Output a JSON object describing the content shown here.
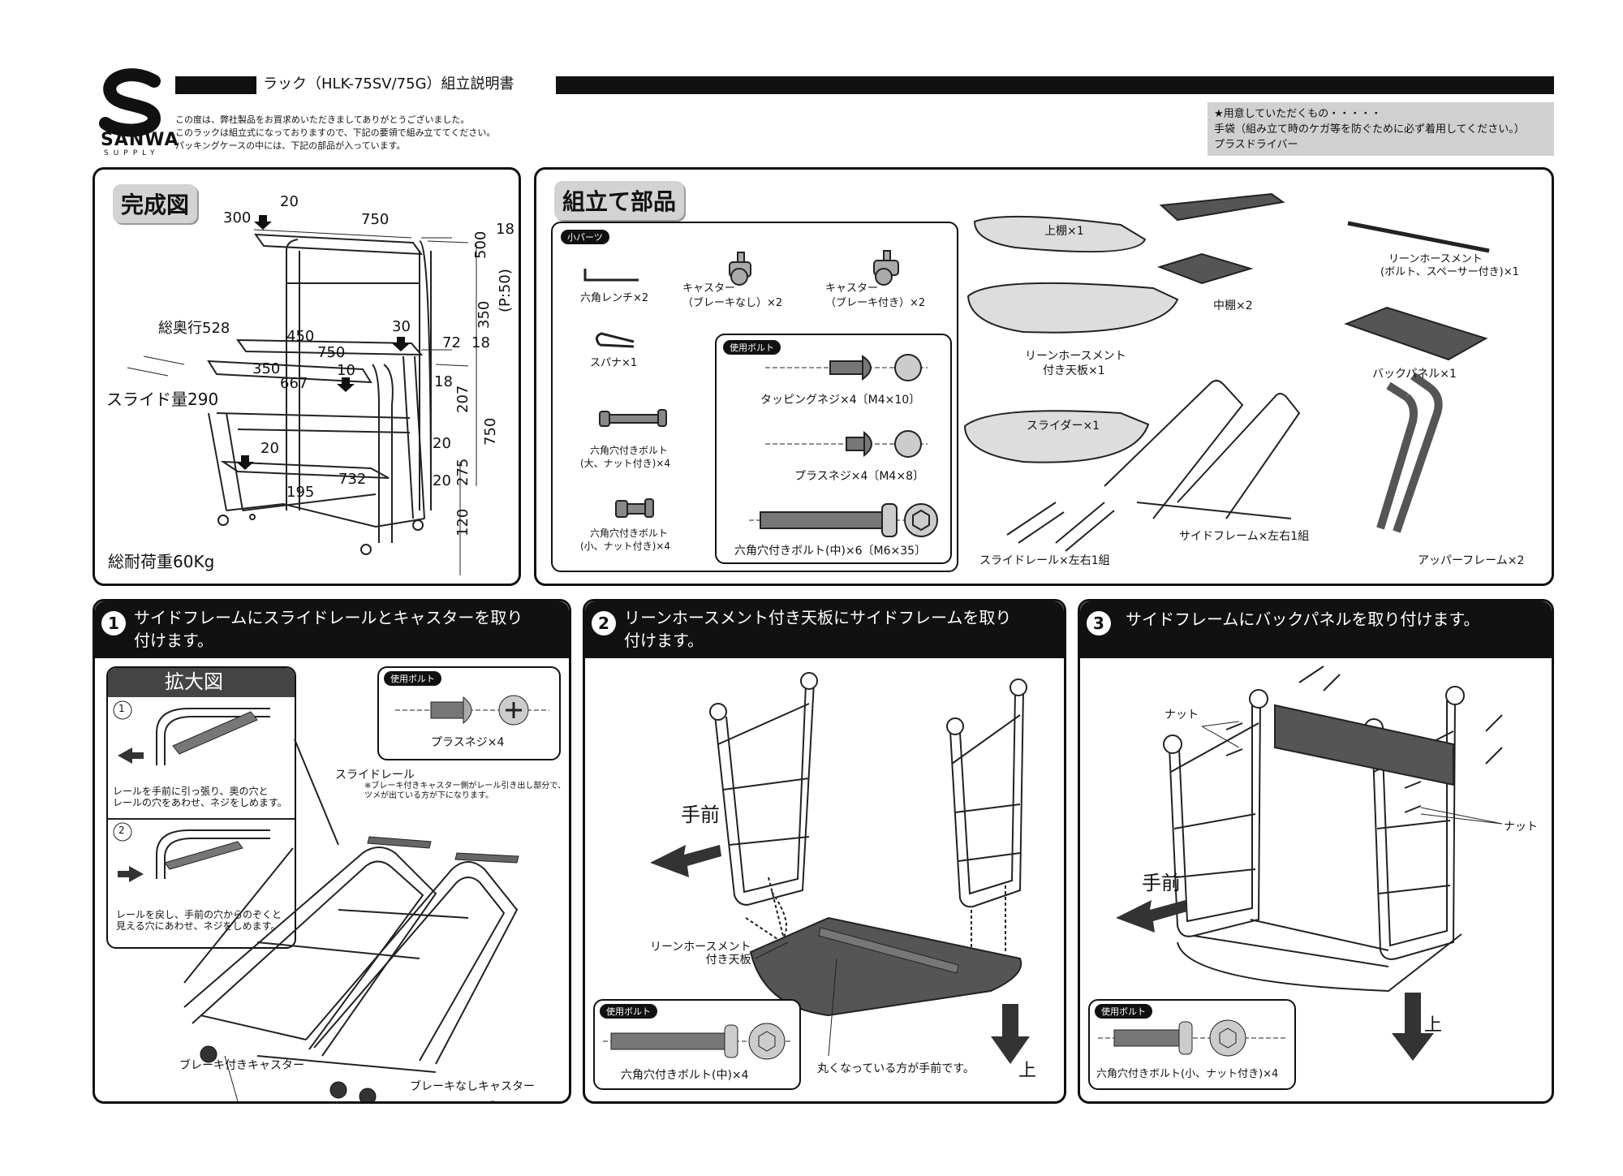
{
  "brand": {
    "logo_text": "SANWA",
    "logo_sub": "SUPPLY"
  },
  "header": {
    "title": "ラック（HLK-75SV/75G）組立説明書",
    "intro_lines": [
      "この度は、弊社製品をお買求めいただきましてありがとうございました。",
      "このラックは組立式になっておりますので、下記の要領で組み立ててください。",
      "パッキングケースの中には、下記の部品が入っています。"
    ]
  },
  "prep_box": {
    "lines": [
      "★用意していただくもの・・・・・",
      "手袋（組み立て時のケガ等を防ぐために必ず着用してください。）",
      "プラスドライバー"
    ]
  },
  "finished_panel": {
    "heading": "完成図",
    "dims": {
      "d20a": "20",
      "d300": "300",
      "d750a": "750",
      "d18a": "18",
      "d500": "500",
      "d50": "(P:50)",
      "d350a": "350",
      "total_depth": "総奥行528",
      "d450": "450",
      "d750b": "750",
      "d30": "30",
      "d72": "72",
      "d18b": "18",
      "d350b": "350",
      "d667": "667",
      "d10": "10",
      "d18c": "18",
      "d207": "207",
      "slide": "スライド量290",
      "d750c": "750",
      "d20b": "20",
      "d20c": "20",
      "d275": "275",
      "d20d": "20",
      "d195": "195",
      "d732": "732",
      "d120": "120"
    },
    "load": "総耐荷重60Kg"
  },
  "parts_panel": {
    "heading": "組立て部品",
    "small_parts_tag": "小パーツ",
    "hex_wrench": "六角レンチ×2",
    "caster_nobrake_1": "キャスター",
    "caster_nobrake_2": "（ブレーキなし）×2",
    "caster_brake_1": "キャスター",
    "caster_brake_2": "（ブレーキ付き）×2",
    "spanner": "スパナ×1",
    "bolt_large_1": "六角穴付きボルト",
    "bolt_large_2": "(大、ナット付き)×4",
    "bolt_small_1": "六角穴付きボルト",
    "bolt_small_2": "(小、ナット付き)×4",
    "used_bolts_tag": "使用ボルト",
    "tapping_screw": "タッピングネジ×4〔M4×10〕",
    "plus_screw": "プラスネジ×4〔M4×8〕",
    "bolt_medium": "六角穴付きボルト(中)×6〔M6×35〕",
    "top_shelf": "上棚×1",
    "mid_shelf": "中棚×2",
    "lean_hose_1": "リーンホースメント",
    "lean_hose_2": "(ボルト、スペーサー付き)×1",
    "top_board_1": "リーンホースメント",
    "top_board_2": "付き天板×1",
    "back_panel": "バックパネル×1",
    "slider": "スライダー×1",
    "slide_rail": "スライドレール×左右1組",
    "side_frame": "サイドフレーム×左右1組",
    "upper_frame": "アッパーフレーム×2"
  },
  "step1": {
    "num": "1",
    "text": "サイドフレームにスライドレールとキャスターを取り\n付けます。",
    "zoom_heading": "拡大図",
    "sub1_num": "1",
    "sub1_text": "レールを手前に引っ張り、奥の穴と\nレールの穴をあわせ、ネジをしめます。",
    "sub2_num": "2",
    "sub2_text": "レールを戻し、手前の穴からのぞくと\n見える穴にあわせ、ネジをしめます。",
    "used_bolts_tag": "使用ボルト",
    "screw_label": "プラスネジ×4",
    "rail_label": "スライドレール",
    "rail_note": "※ブレーキ付きキャスター側がレール引き出し部分で、\nツメが出ている方が下になります。",
    "brake_caster": "ブレーキ付きキャスター",
    "nobrake_caster": "ブレーキなしキャスター"
  },
  "step2": {
    "num": "2",
    "text": "リーンホースメント付き天板にサイドフレームを取り\n付けます。",
    "front": "手前",
    "board_label": "リーンホースメント\n付き天板",
    "used_bolts_tag": "使用ボルト",
    "bolt_label": "六角穴付きボルト(中)×4",
    "round_note": "丸くなっている方が手前です。",
    "up": "上"
  },
  "step3": {
    "num": "3",
    "text": "サイドフレームにバックパネルを取り付けます。",
    "nut1": "ナット",
    "nut2": "ナット",
    "front": "手前",
    "up": "上",
    "used_bolts_tag": "使用ボルト",
    "bolt_label": "六角穴付きボルト(小、ナット付き)×4"
  }
}
